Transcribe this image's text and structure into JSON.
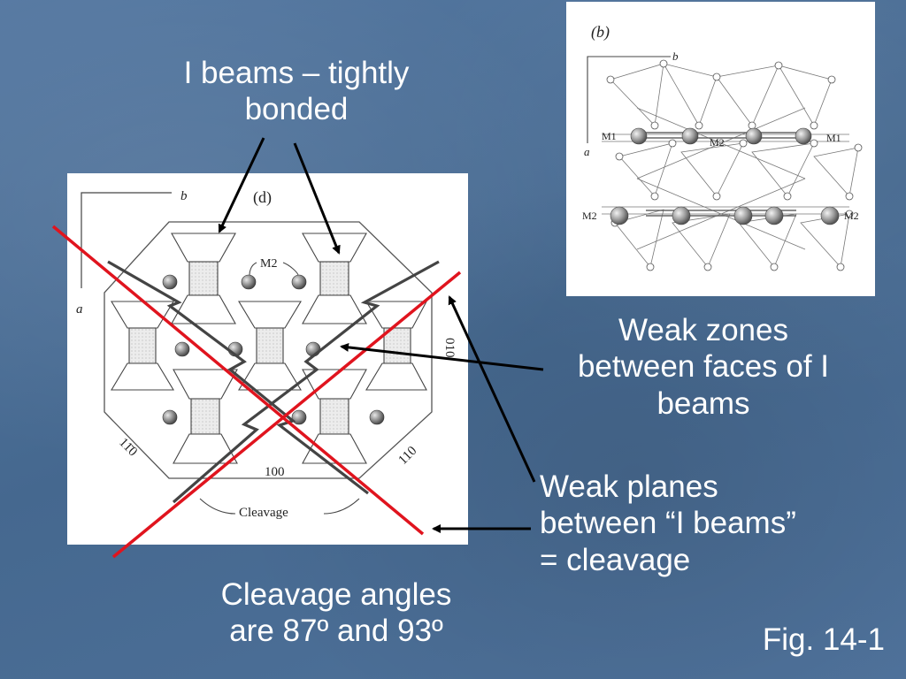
{
  "labels": {
    "ibeams": [
      "I beams – tightly",
      "bonded"
    ],
    "weak_zones": [
      "Weak zones",
      "between faces of I",
      "beams"
    ],
    "weak_planes": [
      "Weak planes",
      "between “I beams”",
      "= cleavage"
    ],
    "cleavage_angles": [
      "Cleavage angles",
      "are 87º and 93º"
    ],
    "figure": "Fig. 14-1"
  },
  "panel_d": {
    "tag": "(d)",
    "axis_b": "b",
    "axis_a": "a",
    "site": "M2",
    "face_100": "100",
    "face_110_left": "11̄0",
    "face_110_right": "110",
    "face_010": "010",
    "cleavage": "Cleavage"
  },
  "panel_b": {
    "tag": "(b)",
    "axis_b": "b",
    "axis_a": "a",
    "site_m1": "M1",
    "site_m2": "M2"
  },
  "colors": {
    "background": "#4a6d95",
    "cross_lines": "#e0141e",
    "arrows": "#000000",
    "text": "#ffffff"
  }
}
